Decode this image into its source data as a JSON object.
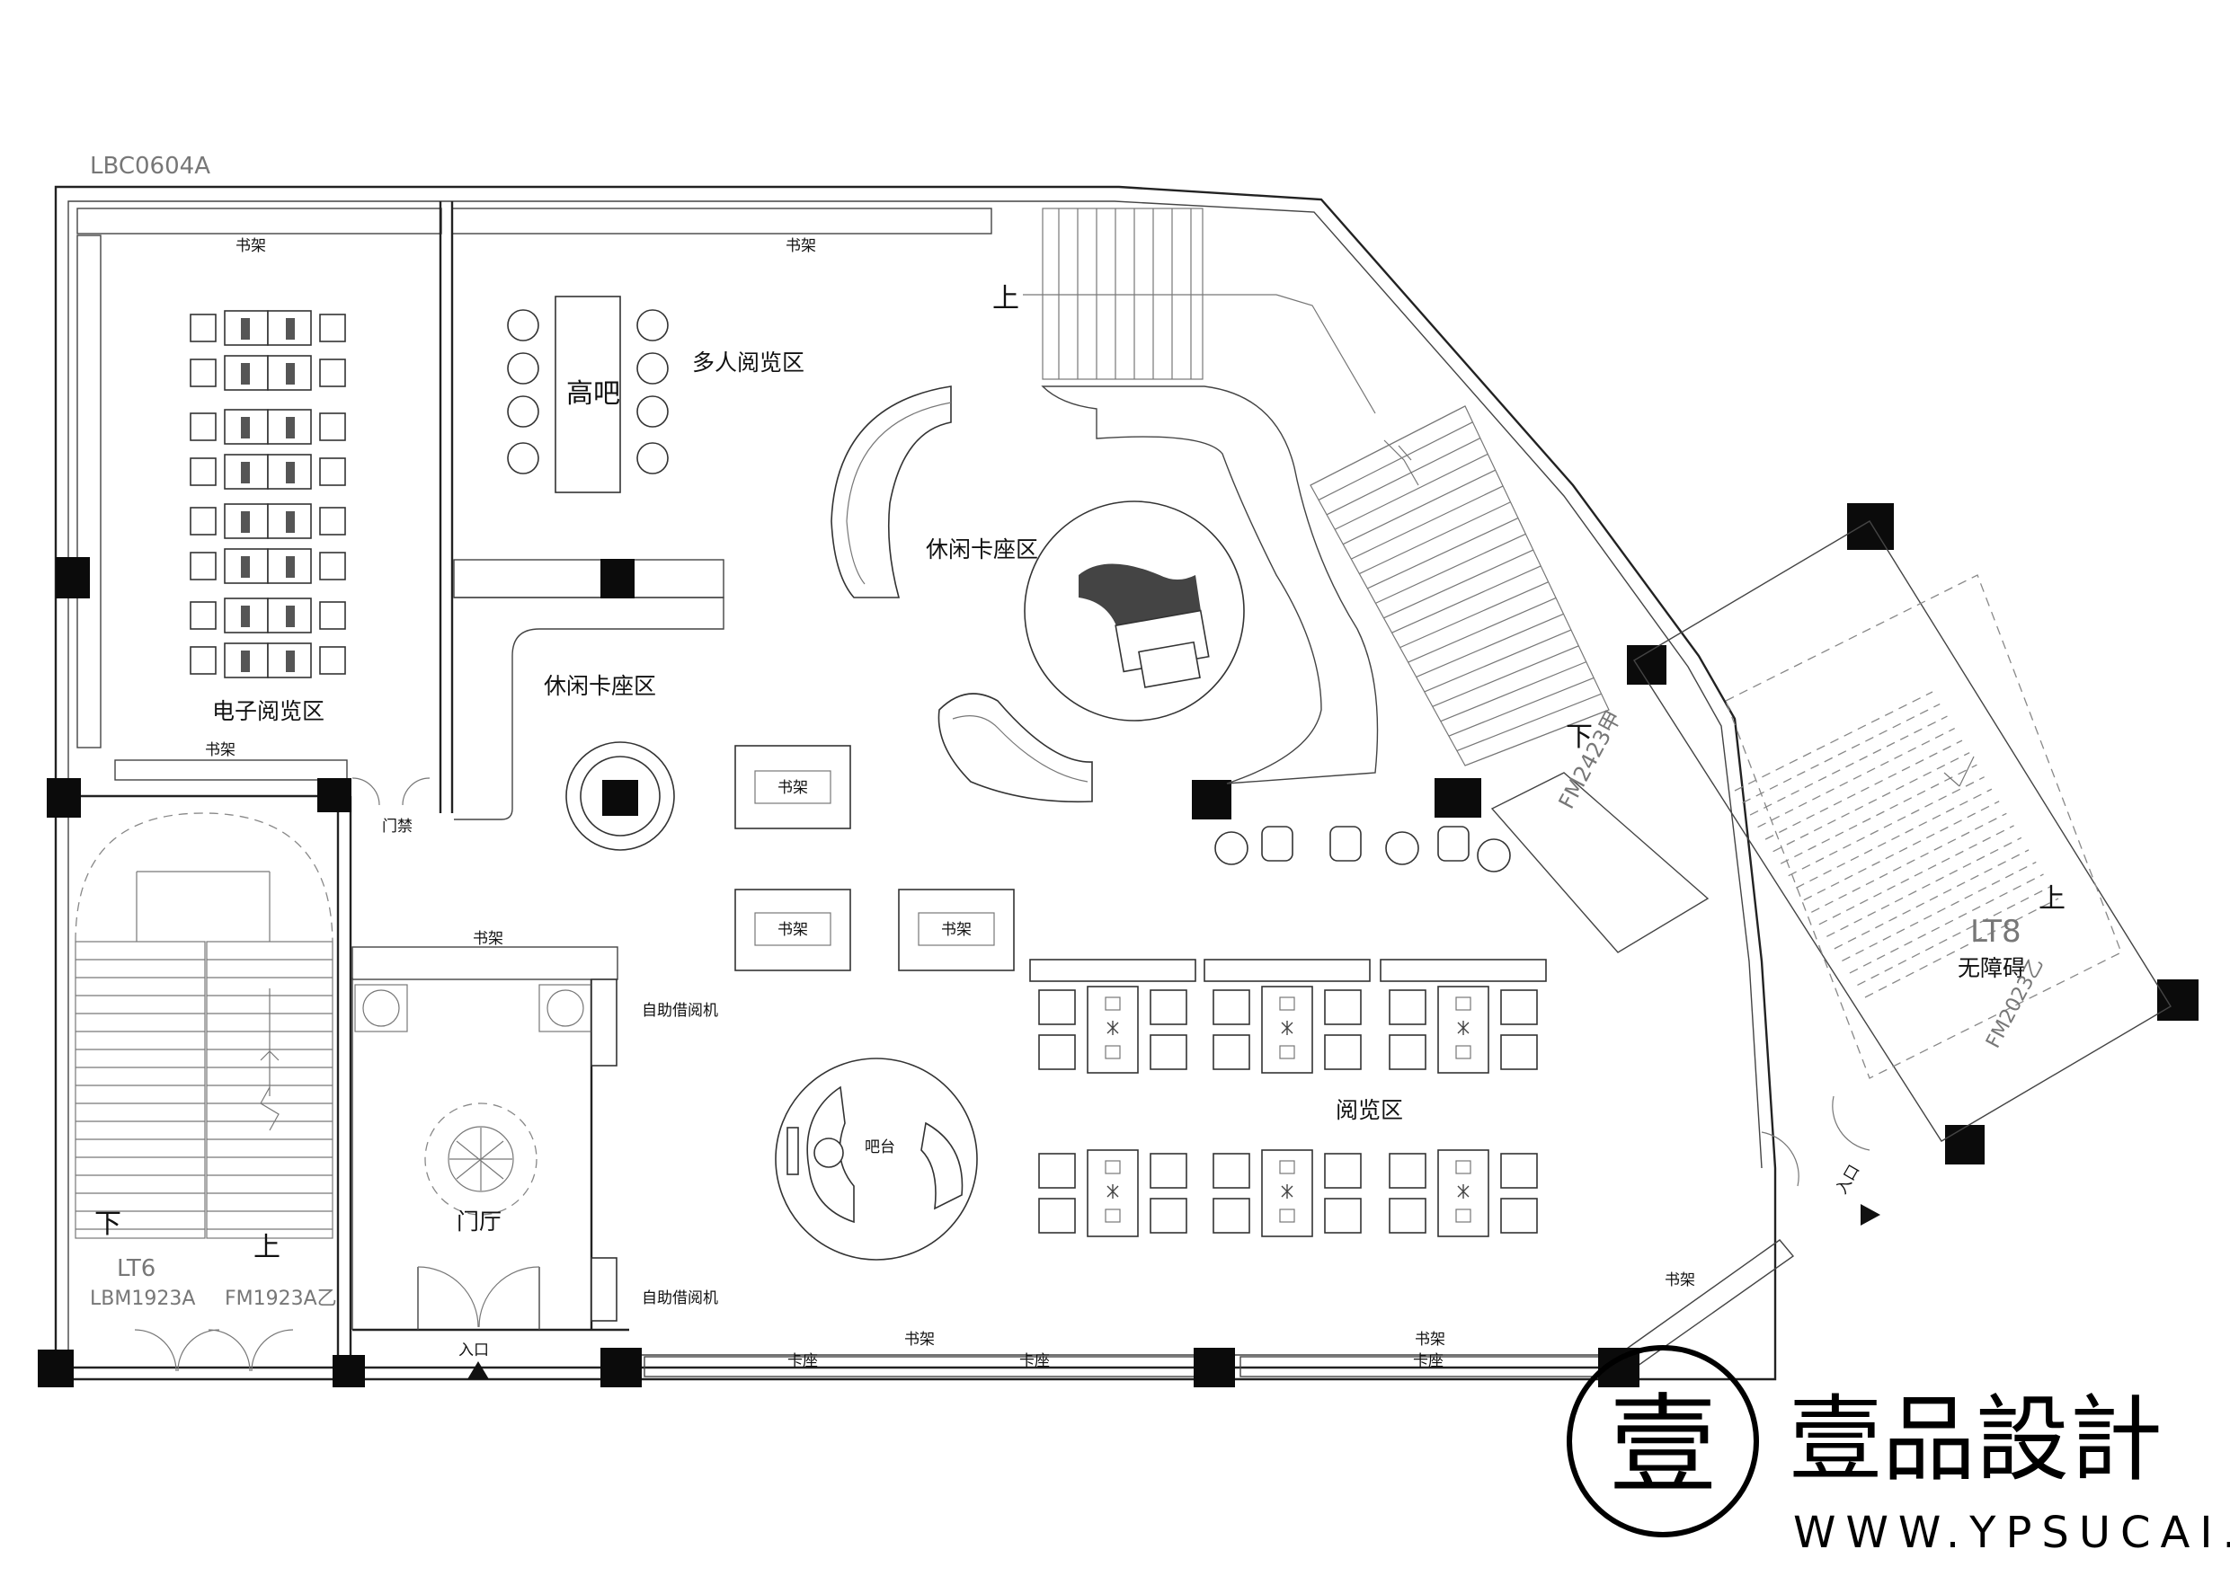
{
  "codes": {
    "window": "LBC0604A",
    "stair_lt6": "LT6",
    "door_lt6_left": "LBM1923A",
    "door_lt6_right": "FM1923A乙",
    "stair_lt8": "LT8",
    "stair_lt8_note": "无障碍",
    "door_lt8": "FM2023乙",
    "door_stair_mid": "FM2423甲"
  },
  "zones": {
    "e_reading": "电子阅览区",
    "group_reading": "多人阅览区",
    "high_bar": "高吧",
    "lounge_booth_1": "休闲卡座区",
    "lounge_booth_2": "休闲卡座区",
    "lobby": "门厅",
    "reading": "阅览区",
    "bar": "吧台",
    "access_control": "门禁",
    "self_service_1": "自助借阅机",
    "self_service_2": "自助借阅机",
    "entrance_main": "入口",
    "entrance_side": "入口"
  },
  "labels": {
    "bookshelf": "书架",
    "booth": "卡座",
    "up": "上",
    "down": "下"
  },
  "brand": {
    "seal_char": "壹",
    "name": "壹品設計",
    "url": "WWW.YPSUCAI.COM"
  }
}
